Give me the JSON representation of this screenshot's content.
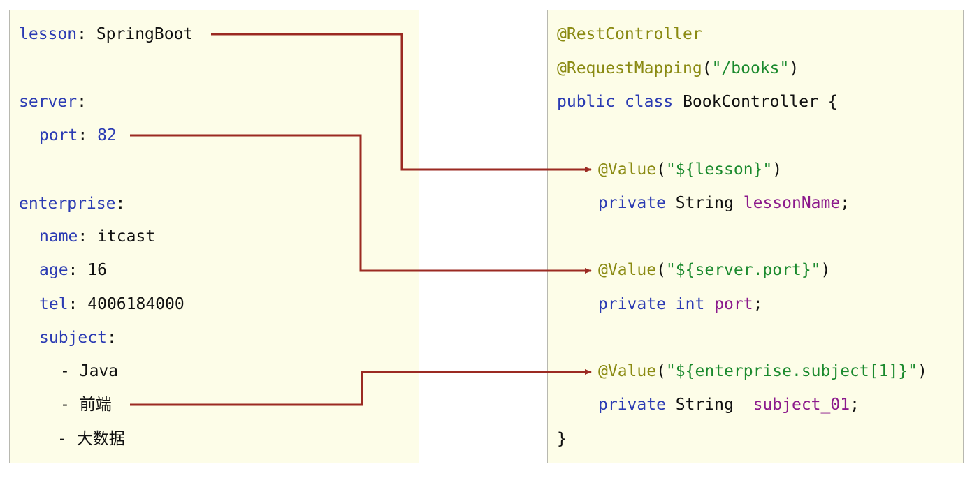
{
  "yaml": {
    "lesson_key": "lesson",
    "lesson_value": "SpringBoot",
    "server_key": "server",
    "port_key": "port",
    "port_value": "82",
    "enterprise_key": "enterprise",
    "name_key": "name",
    "name_value": "itcast",
    "age_key": "age",
    "age_value": "16",
    "tel_key": "tel",
    "tel_value": "4006184000",
    "subject_key": "subject",
    "subjects": [
      "Java",
      "前端",
      "大数据"
    ],
    "colon": ":",
    "dash": "-"
  },
  "java": {
    "annotation_rest": "@RestController",
    "annotation_mapping": "@RequestMapping",
    "mapping_path": "\"/books\"",
    "kw_public": "public",
    "kw_class": "class",
    "class_name": "BookController",
    "open_brace": "{",
    "close_brace": "}",
    "annotation_value": "@Value",
    "value_lesson": "\"${lesson}\"",
    "value_port": "\"${server.port}\"",
    "value_subject": "\"${enterprise.subject[1]}\"",
    "kw_private": "private",
    "type_string": "String",
    "type_int": "int",
    "field_lesson": "lessonName",
    "field_port": "port",
    "field_subject": "subject_01",
    "paren_open": "(",
    "paren_close": ")",
    "semicolon": ";"
  },
  "colors": {
    "panel_background": "#fdfde8",
    "arrow": "#9b2a22",
    "keyword": "#2b3bb3",
    "annotation": "#8a8a12",
    "string": "#1b8a2e",
    "field": "#8c1a8c"
  }
}
